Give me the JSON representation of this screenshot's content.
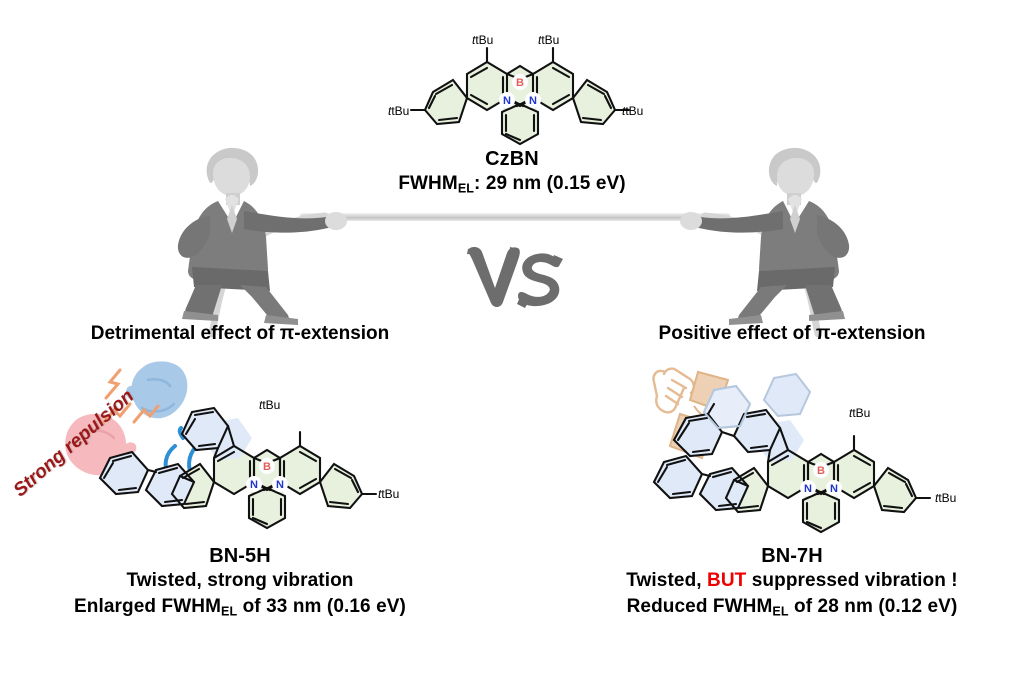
{
  "figure": {
    "kind": "graphical-abstract",
    "background": "#ffffff"
  },
  "top": {
    "molecule_name": "CzBN",
    "fwhm_prefix": "FWHM",
    "fwhm_sub": "EL",
    "fwhm_value": ": 29 nm (0.15 eV)",
    "substituent_label": "tBu",
    "atom_boron": "B",
    "atom_nitrogen": "N",
    "versus": "VS"
  },
  "left": {
    "section_title": "Detrimental effect of π-extension",
    "annotation": "Strong repulsion",
    "molecule_name": "BN-5H",
    "line2": "Twisted, strong vibration",
    "line3_pre": "Enlarged FWHM",
    "line3_sub": "EL",
    "line3_post": " of 33 nm (0.16 eV)",
    "substituent_label": "tBu",
    "atom_boron": "B",
    "atom_nitrogen": "N",
    "icons": {
      "glove_blue": "boxing-glove-blue",
      "glove_pink": "boxing-glove-pink",
      "motion": "vibration-arcs"
    }
  },
  "right": {
    "section_title": "Positive effect of π-extension",
    "molecule_name": "BN-7H",
    "line2_pre": "Twisted, ",
    "line2_em": "BUT",
    "line2_post": " suppressed vibration !",
    "line3_pre": "Reduced FWHM",
    "line3_sub": "EL",
    "line3_post": " of 28 nm (0.12 eV)",
    "substituent_label": "tBu",
    "atom_boron": "B",
    "atom_nitrogen": "N",
    "icons": {
      "handshake": "handshake-icon"
    }
  },
  "icons": {
    "person_left": "person-pulling-rope-left",
    "person_right": "person-pulling-rope-right",
    "rope": "tug-of-war-rope"
  },
  "colors": {
    "boron": "#e2605c",
    "nitrogen": "#1e36cc",
    "ring_green": "#e4efdc",
    "ring_blue": "#dbe7f7",
    "red_accent": "#ee0000",
    "dark_red": "#9c1818",
    "person_grey": "#8a8a8a",
    "person_grey_dark": "#6e6e6e",
    "person_grey_light": "#c9c9c9",
    "rope_grey": "#d2d2d2",
    "glove_blue": "#a8c9e8",
    "glove_pink": "#f6b9bd",
    "handshake_tan": "#e6bb93"
  }
}
